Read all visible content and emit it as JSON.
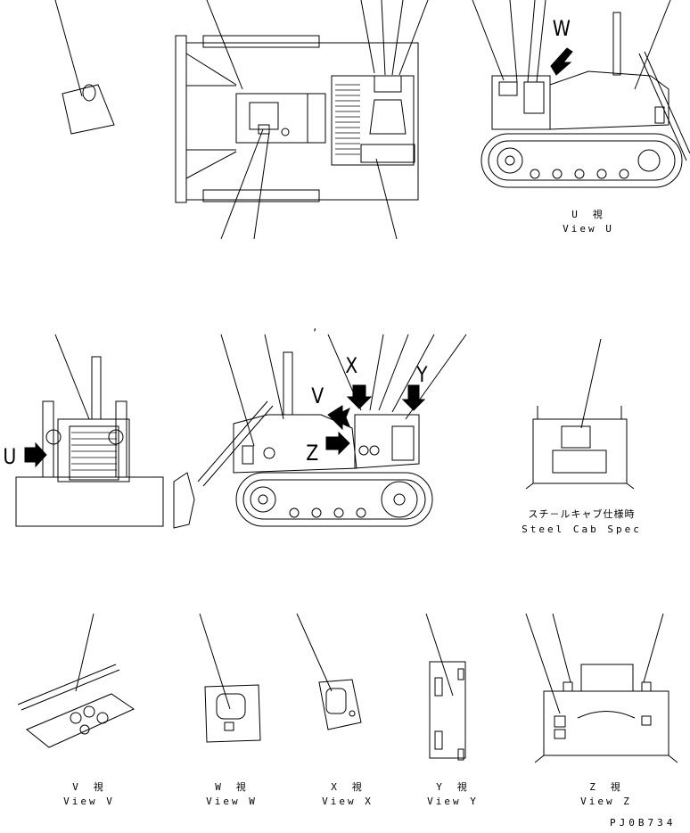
{
  "letters": {
    "U": "U",
    "V": "V",
    "W": "W",
    "X": "X",
    "Y": "Y",
    "Z": "Z"
  },
  "captions": {
    "view_u_jp": "U　視",
    "view_u": "View U",
    "cab_jp": "スチ－ルキャブ仕様時",
    "cab": "Steel Cab Spec",
    "view_v_jp": "V　視",
    "view_v": "View V",
    "view_w_jp": "W　視",
    "view_w": "View W",
    "view_x_jp": "X　視",
    "view_x": "View X",
    "view_y_jp": "Y　視",
    "view_y": "View Y",
    "view_z_jp": "Z　視",
    "view_z": "View Z"
  },
  "tick_mark": ",",
  "drawing_code": "PJ0B734"
}
